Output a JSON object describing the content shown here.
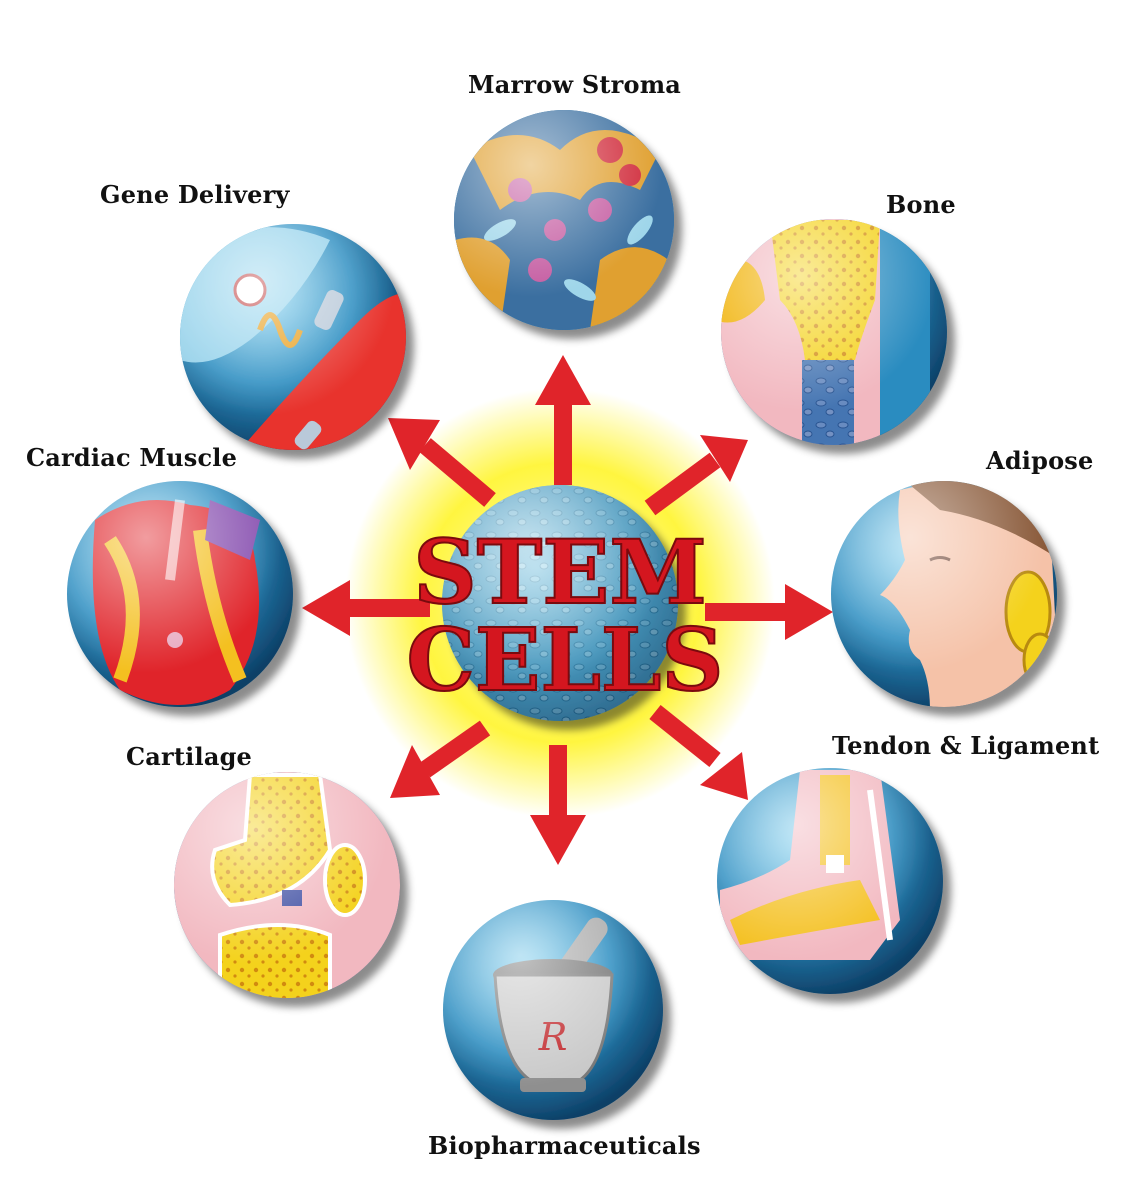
{
  "center": {
    "line1": "STEM",
    "line2": "CELLS"
  },
  "nodes": {
    "marrow_stroma": "Marrow Stroma",
    "gene_delivery": "Gene Delivery",
    "bone": "Bone",
    "cardiac_muscle": "Cardiac Muscle",
    "adipose": "Adipose",
    "cartilage": "Cartilage",
    "tendon_ligament": "Tendon & Ligament",
    "biopharmaceuticals": "Biopharmaceuticals"
  },
  "colors": {
    "arrow": "#e0242a",
    "circle_blue": "#2a8cc0",
    "glow": "#fff200",
    "title_red": "#d4161f"
  }
}
